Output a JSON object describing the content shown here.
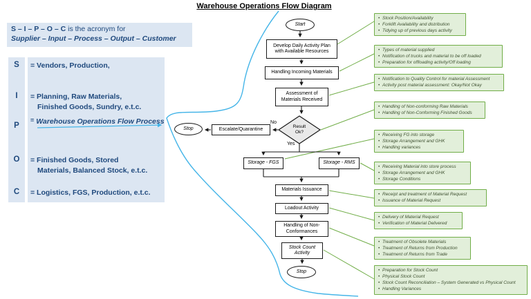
{
  "title": "Warehouse Operations Flow Diagram",
  "colors": {
    "panel_bg": "#dce6f2",
    "panel_text": "#1f497d",
    "note_fill": "#e2efda",
    "note_border": "#70ad47",
    "note_text": "#3f5131",
    "brace_blue": "#45b5e8",
    "diamond_fill": "#e9e9e9"
  },
  "sipoc": {
    "header": {
      "bold": "S – I – P – O – C",
      "rest": " is the acronym for",
      "line2": "Supplier – Input – Process – Output – Customer"
    },
    "rows": [
      {
        "letter": "S",
        "lines": [
          "= Vendors, Production,"
        ]
      },
      {
        "letter": "I",
        "lines": [
          "= Planning, Raw Materials,",
          "Finished Goods, Sundry, e.t.c."
        ]
      },
      {
        "letter": "P",
        "prefix": "=",
        "link": "Warehouse Operations Flow Process"
      },
      {
        "letter": "O",
        "lines": [
          "= Finished Goods, Stored",
          "Materials, Balanced Stock, e.t.c."
        ]
      },
      {
        "letter": "C",
        "lines": [
          "= Logistics, FGS, Production, e.t.c."
        ]
      }
    ]
  },
  "flowchart": {
    "nodes": {
      "start": "Start",
      "develop": "Develop Daily Activity Plan\nwith Available Resources",
      "handling_incoming": "Handling Incoming Materials",
      "assessment": "Assessment of\nMaterials Received",
      "decision": "Result\nOk?",
      "escalate": "Escalate/Quarantine",
      "stop_left": "Stop",
      "storage_fgs": "Storage - FGS",
      "storage_rms": "Storage - RMS",
      "materials_issuance": "Materials Issuance",
      "loadout": "Loadout Activity",
      "nonconformances": "Handling of Non-\nConformances",
      "stock_count": "Stock Count\nActivity",
      "stop_bottom": "Stop"
    },
    "edge_labels": {
      "no": "No",
      "yes": "Yes"
    }
  },
  "annotations": [
    {
      "bullets": [
        "Stock Position/Availability",
        "Forklift Availability and distribution",
        "Tidying up of previous days activity"
      ]
    },
    {
      "bullets": [
        "Types of material supplied",
        "Notification of trucks and material to be off loaded",
        "Preparation for offloading activity/Off loading"
      ]
    },
    {
      "bullets": [
        "Notification to Quality Control for material Assessment",
        "Activity post material assessment: Okay/Not Okay"
      ]
    },
    {
      "bullets": [
        "Handling of Non-conforming Raw Materials",
        "Handling of Non-Conforming Finished Goods"
      ]
    },
    {
      "bullets": [
        "Receiving FG into storage",
        "Storage Arrangement and GHK",
        "Handling variances"
      ]
    },
    {
      "bullets": [
        "Receiving Material into store process",
        "Storage Arrangement and GHK",
        "Storage Conditions"
      ]
    },
    {
      "bullets": [
        "Receipt and treatment of Material Request",
        "Issuance of Material Request"
      ]
    },
    {
      "bullets": [
        "Delivery of Material Request",
        "Verification of Material Delivered"
      ]
    },
    {
      "bullets": [
        "Treatment of Obsolete Materials",
        "Treatment of Returns from Production",
        "Treatment of Returns from Trade"
      ]
    },
    {
      "bullets": [
        "Preparation for Stock Count",
        "Physical Stock Count",
        "Stock Count Reconciliation – System Generated vs Physical Count",
        "Handling Variances"
      ]
    }
  ]
}
